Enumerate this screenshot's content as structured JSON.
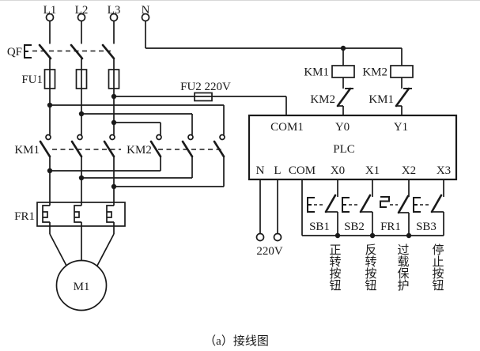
{
  "caption": "（a）接线图",
  "supply": {
    "l1": "L1",
    "l2": "L2",
    "l3": "L3",
    "n": "N",
    "voltage_label": "220V"
  },
  "protection": {
    "breaker": "QF",
    "fuse_main": "FU1",
    "fuse_control": "FU2 220V",
    "thermal_relay": "FR1"
  },
  "contactors": {
    "km1_main": "KM1",
    "km2_main": "KM2",
    "km1_coil": "KM1",
    "km2_coil": "KM2",
    "km2_interlock": "KM2",
    "km1_interlock": "KM1"
  },
  "motor": {
    "label": "M1"
  },
  "plc": {
    "title": "PLC",
    "com1": "COM1",
    "y0": "Y0",
    "y1": "Y1",
    "n": "N",
    "l": "L",
    "com": "COM",
    "x0": "X0",
    "x1": "X1",
    "x2": "X2",
    "x3": "X3"
  },
  "buttons": {
    "sb1": {
      "id": "SB1",
      "desc": "正转按钮"
    },
    "sb2": {
      "id": "SB2",
      "desc": "反转按钮"
    },
    "fr1": {
      "id": "FR1",
      "desc": "过载保护"
    },
    "sb3": {
      "id": "SB3",
      "desc": "停止按钮"
    }
  }
}
